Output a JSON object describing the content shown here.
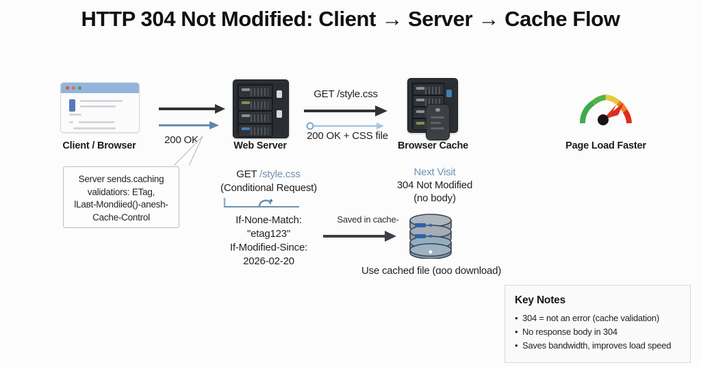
{
  "title": "HTTP 304 Not Modified: Client → Server → Cache Flow",
  "nodes": {
    "client": {
      "label": "Client / Browser",
      "icon": "browser-window-icon"
    },
    "web_server": {
      "label": "Web Server",
      "icon": "server-rack-icon"
    },
    "browser_cache": {
      "label": "Browser Cache",
      "icon": "server-rack-with-tag-icon"
    },
    "page_load": {
      "label": "Page Load Faster",
      "icon": "speedometer-gauge-icon"
    },
    "cached_db": {
      "label": "Use cached file (ɑoo download)",
      "icon": "database-cylinder-icon"
    }
  },
  "flow": {
    "first_request_response": "200 OK",
    "get_request_label": "GET /style.css",
    "get_request_verb": "GET ",
    "get_request_path": "/style.css",
    "get_response_label": "200 OK + CSS file",
    "conditional": {
      "verb": "GET ",
      "path": "/style.css",
      "subtitle": "(Conditional Request)",
      "headers": [
        "If-None-Match:",
        "\"etag123\"",
        "If-Modified-Since:",
        "2026-02-20"
      ]
    },
    "next_visit": {
      "badge": "Next Visit",
      "status": "304 Not Modified",
      "note": "(no body)"
    },
    "saved_in_cache": "Saved in cache-"
  },
  "callout": {
    "lines": [
      "Server sends.caching",
      "validatiors: ETag,",
      "lLaʙt-Mondiied()-anesh-",
      "Cache-Control"
    ]
  },
  "key_notes": {
    "title": "Key Notes",
    "items": [
      "304 = not an error (cache validation)",
      "No response body in 304",
      "Saves bandwidth, improves load speed"
    ]
  },
  "colors": {
    "background": "#fcfcfc",
    "text": "#1b1b1b",
    "accent_blue": "#6f93b4",
    "arrow_dark": "#2f3337",
    "arrow_blue": "#5d87ab",
    "gauge_green": "#3faa4d",
    "gauge_yellow": "#e8c93b",
    "gauge_orange": "#ef8020",
    "gauge_red": "#e02b1d"
  }
}
